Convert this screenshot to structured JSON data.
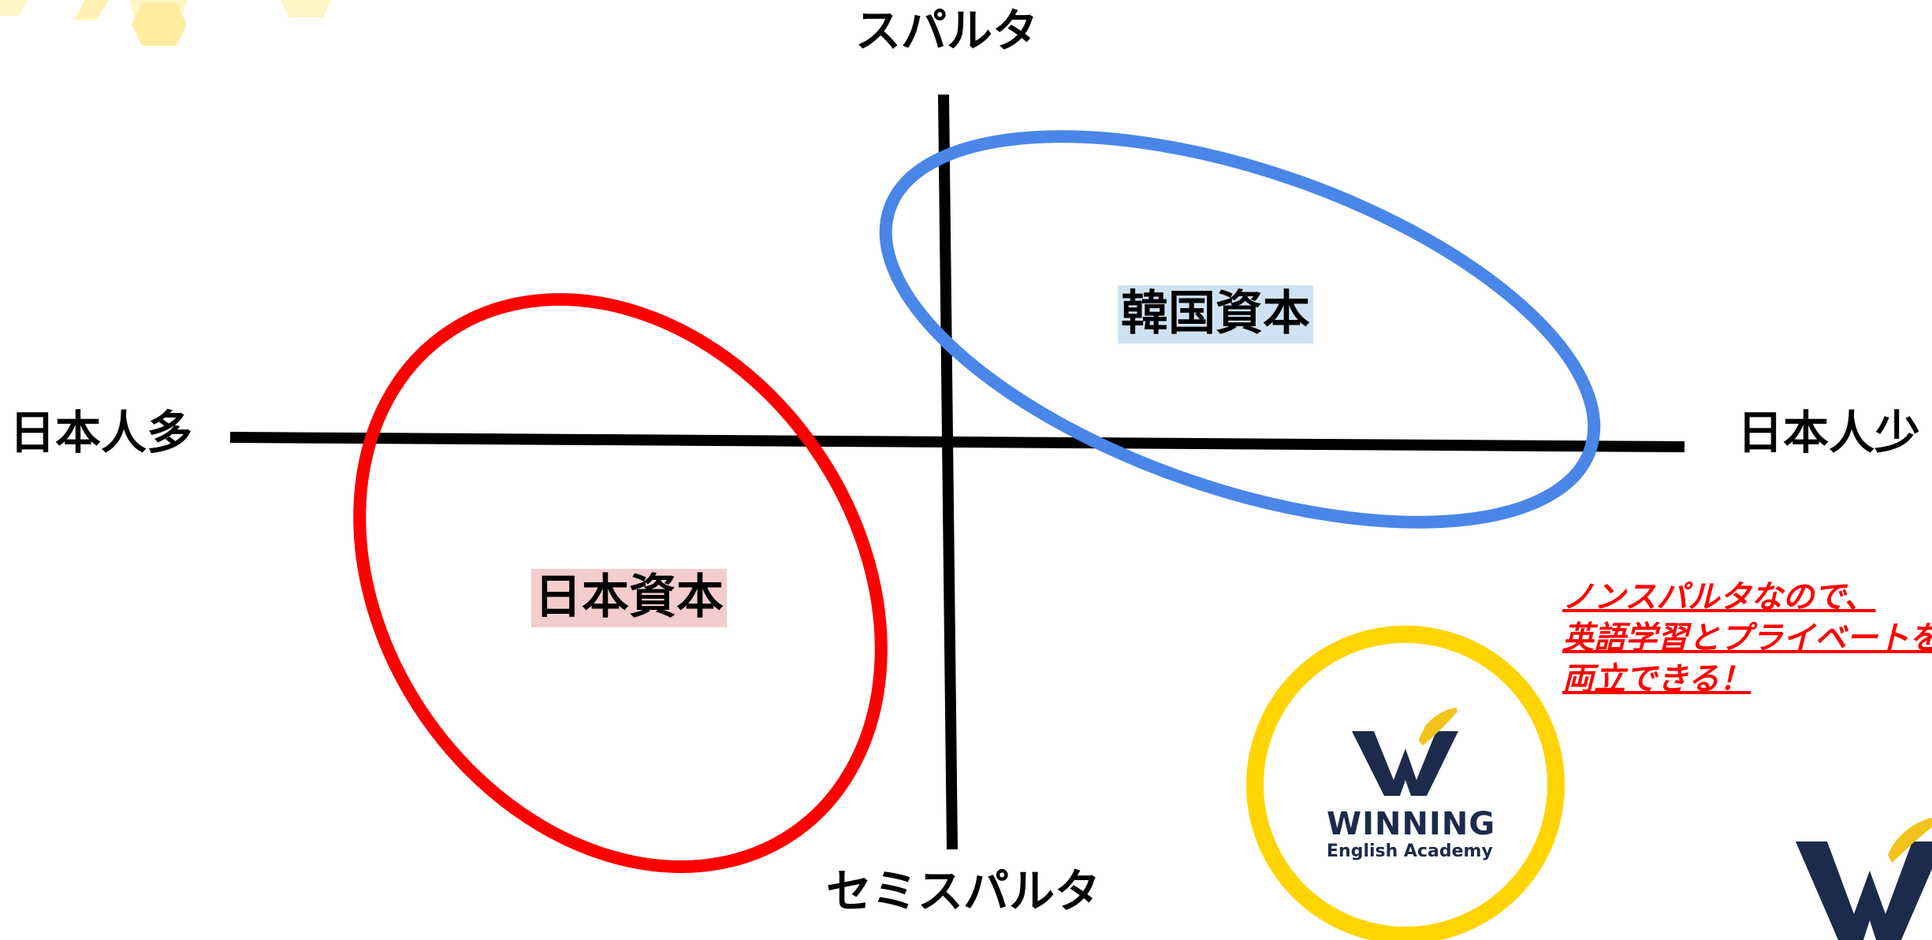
{
  "diagram": {
    "axis_top": "スパルタ",
    "axis_bottom": "セミスパルタ",
    "axis_left": "日本人多",
    "axis_right": "日本人少",
    "region_japan": "日本資本",
    "region_korea": "韓国資本",
    "note_lines": [
      "ノンスパルタなので、",
      "英語学習とプライベートを",
      "両立できる！"
    ]
  },
  "logo": {
    "name": "WINNING",
    "subtitle": "English Academy"
  },
  "colors": {
    "japan_ellipse": "#ff0000",
    "japan_label_bg": "#f4cccc",
    "korea_ellipse": "#4a86e8",
    "korea_label_bg": "#cfe2f3",
    "logo_ring": "#ffd400",
    "logo_navy": "#1c2b4b",
    "logo_gold": "#f2c31b",
    "hexagon": "#fff2b3",
    "note": "#ff0000"
  }
}
